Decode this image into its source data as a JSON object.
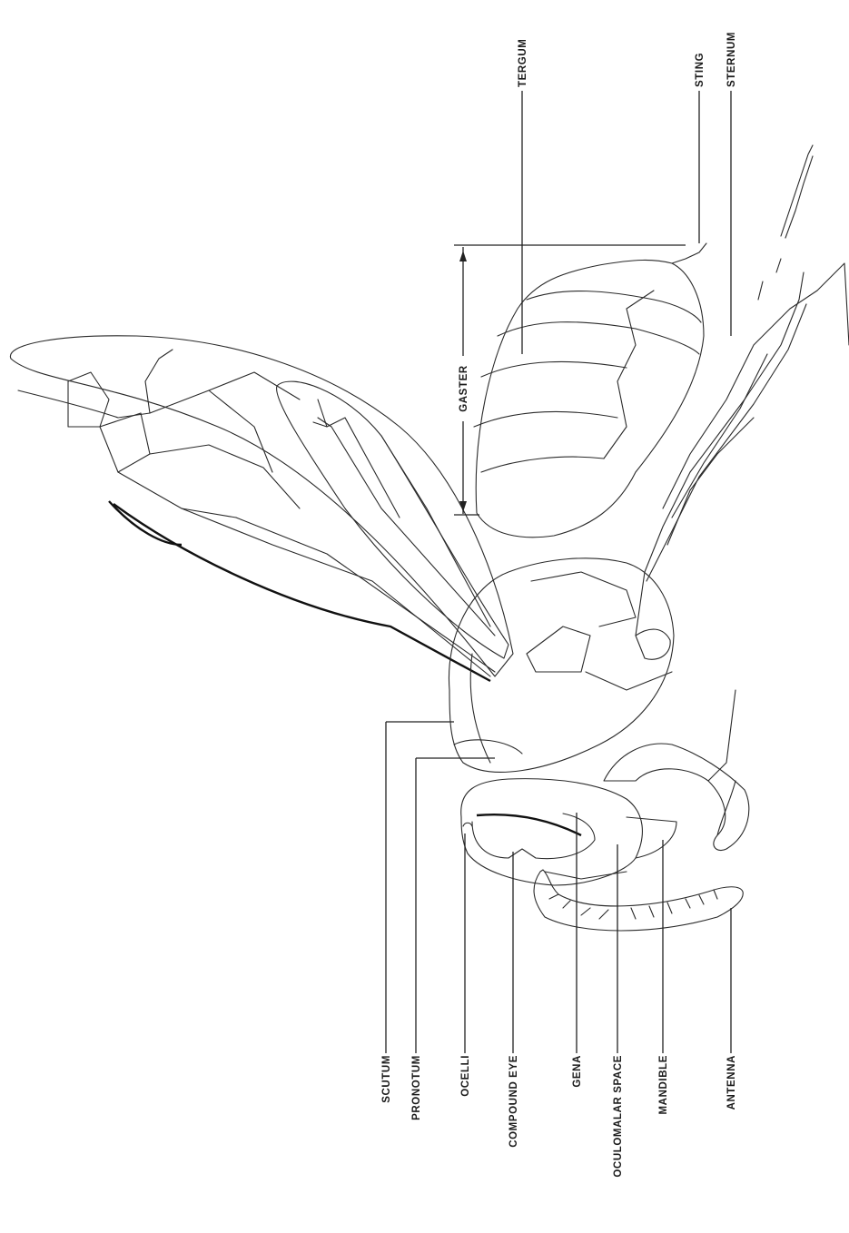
{
  "figure": {
    "labels": {
      "scutum": "SCUTUM",
      "pronotum": "PRONOTUM",
      "ocelli": "OCELLI",
      "compound_eye": "COMPOUND EYE",
      "gena": "GENA",
      "oculomalar_space": "OCULOMALAR SPACE",
      "mandible": "MANDIBLE",
      "antenna": "ANTENNA",
      "gaster": "GASTER",
      "tergum": "TERGUM",
      "sting": "STING",
      "sternum": "STERNUM"
    }
  }
}
